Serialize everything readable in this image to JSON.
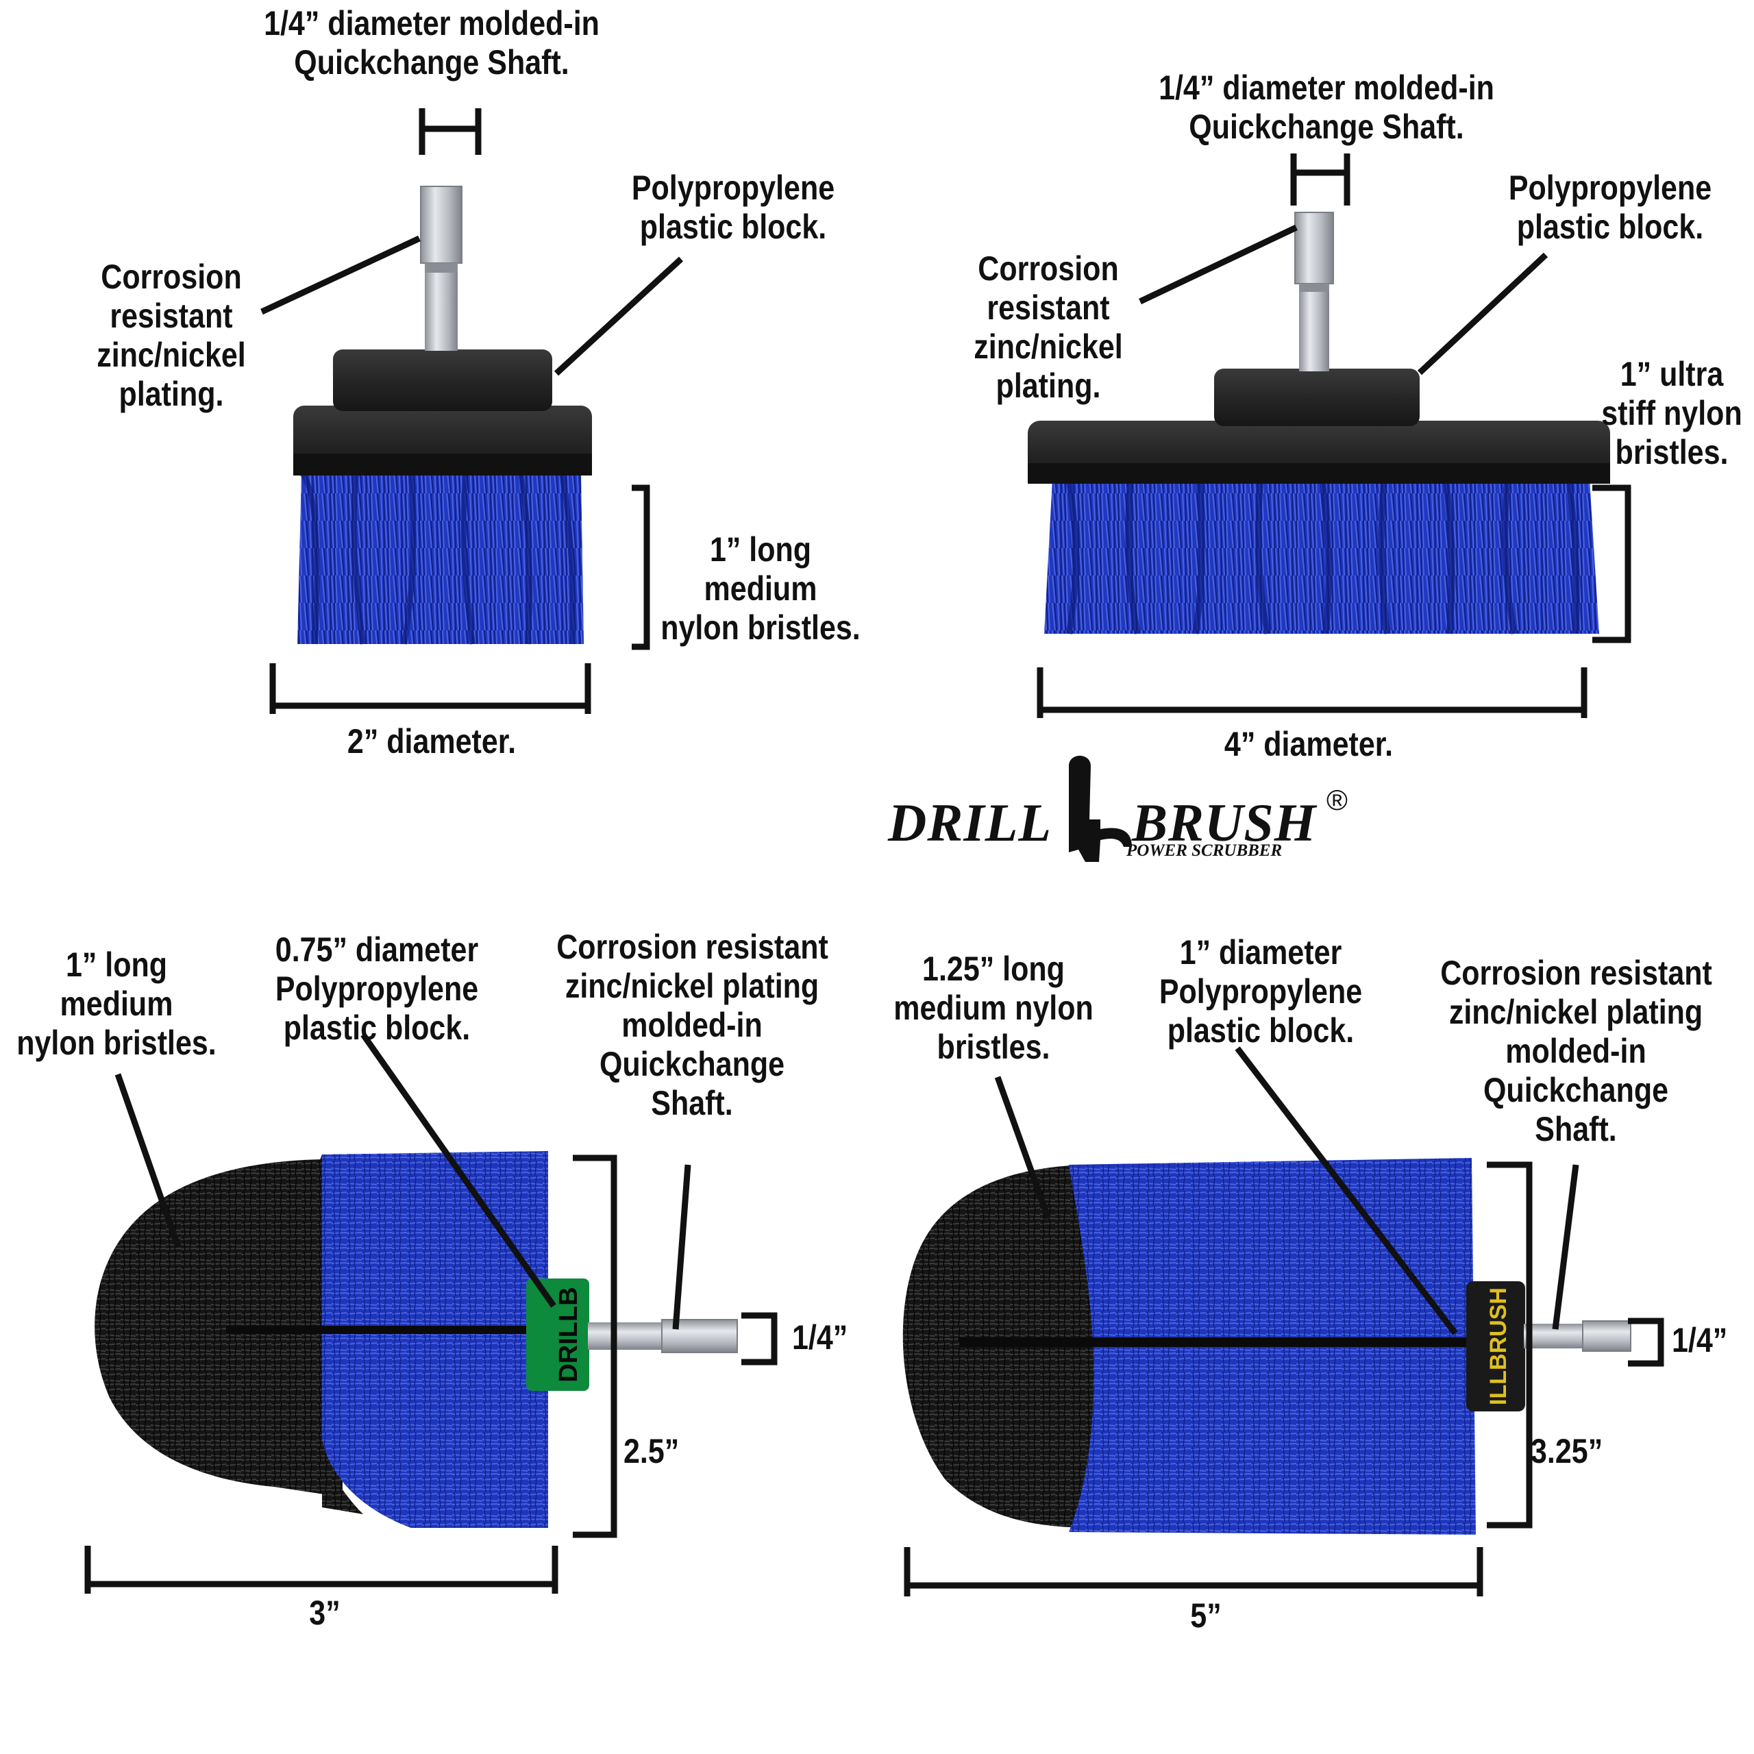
{
  "colors": {
    "bristle_blue": "#1f35b8",
    "bristle_black": "#141414",
    "block_black": "#252525",
    "shaft_silver": "#b8bcc2",
    "collar_green": "#0e8a3c",
    "collar_black": "#1a1a1a",
    "line": "#111111"
  },
  "logo": {
    "word_left": "DRILL",
    "word_right": "BRUSH",
    "tagline": "POWER SCRUBBER",
    "registered": "®"
  },
  "brush_2in": {
    "shaft_size": "1/4” diameter molded-in\nQuickchange Shaft.",
    "plating": "Corrosion\nresistant\nzinc/nickel\nplating.",
    "block": "Polypropylene\nplastic block.",
    "bristles": "1” long\nmedium\nnylon bristles.",
    "diameter": "2” diameter."
  },
  "brush_4in": {
    "shaft_size": "1/4” diameter molded-in\nQuickchange Shaft.",
    "plating": "Corrosion\nresistant\nzinc/nickel\nplating.",
    "block": "Polypropylene\nplastic block.",
    "bristles": "1” ultra\nstiff nylon\nbristles.",
    "diameter": "4” diameter."
  },
  "brush_small_cone": {
    "bristles": "1” long\nmedium\nnylon bristles.",
    "block": "0.75” diameter\nPolypropylene\nplastic block.",
    "shaft": "Corrosion resistant\nzinc/nickel plating\nmolded-in\nQuickchange\nShaft.",
    "shaft_size": "1/4”",
    "height": "2.5”",
    "length": "3”",
    "collar_text": "DRILLB"
  },
  "brush_large_cone": {
    "bristles": "1.25” long\nmedium nylon\nbristles.",
    "block": "1” diameter\nPolypropylene\nplastic block.",
    "shaft": "Corrosion resistant\nzinc/nickel plating\nmolded-in\nQuickchange\nShaft.",
    "shaft_size": "1/4”",
    "height": "3.25”",
    "length": "5”",
    "collar_text": "ILLBRUSH"
  }
}
